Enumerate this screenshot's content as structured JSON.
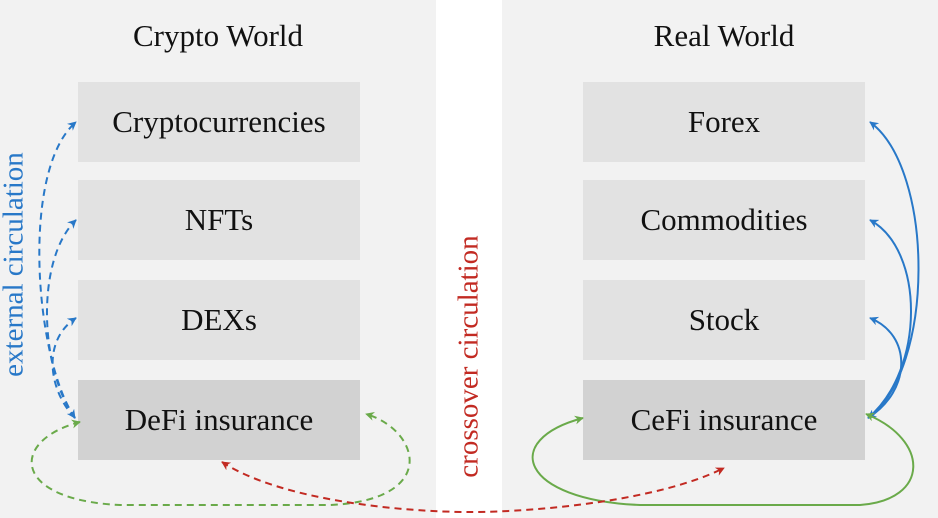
{
  "crypto_world": {
    "title": "Crypto World",
    "boxes": [
      "Cryptocurrencies",
      "NFTs",
      "DEXs",
      "DeFi insurance"
    ]
  },
  "real_world": {
    "title": "Real World",
    "boxes": [
      "Forex",
      "Commodities",
      "Stock",
      "CeFi insurance"
    ]
  },
  "labels": {
    "external": "external circulation",
    "crossover": "crossover circulation"
  },
  "colors": {
    "external": "#2878c8",
    "crossover": "#c22a22",
    "internal": "#6aaa4a",
    "panel": "#f2f2f2",
    "box": "#e2e2e2",
    "insurance_box": "#d2d2d2"
  }
}
